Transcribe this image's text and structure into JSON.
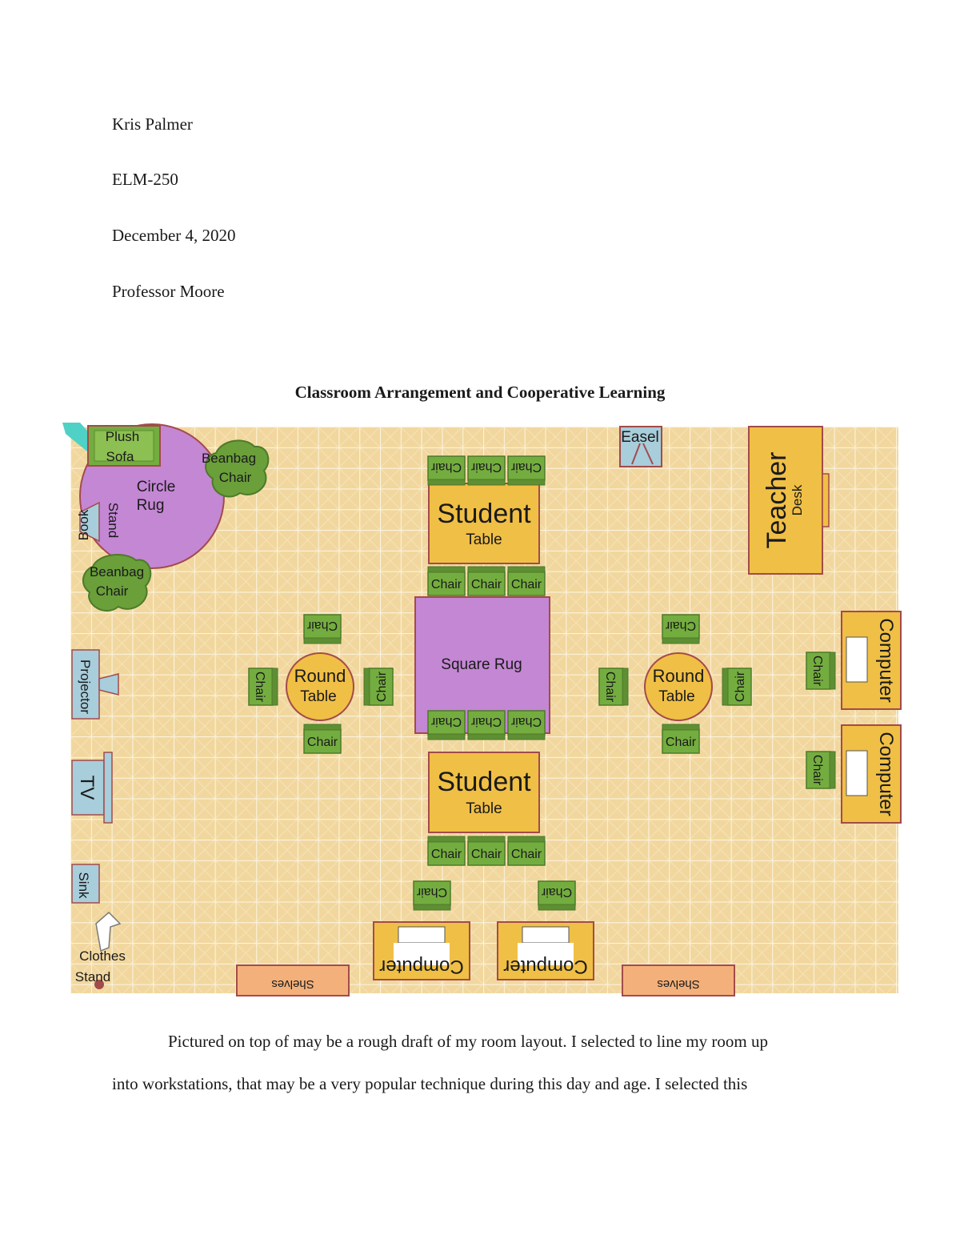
{
  "header": {
    "author": "Kris Palmer",
    "course": "ELM-250",
    "date": "December 4, 2020",
    "professor": "Professor Moore"
  },
  "title": "Classroom Arrangement and Cooperative Learning",
  "floor_plan": {
    "colors": {
      "floor": "#f1d79e",
      "grid": "#fbf3dd",
      "rug": "#c487d4",
      "table": "#f0bf45",
      "chair": "#74ad3f",
      "plant": "#6a9f3a",
      "fixture": "#a8cddb",
      "shelf": "#f4b07a",
      "outline": "#a24b4b",
      "teal_corner": "#4fd1c5"
    },
    "labels": {
      "plush_sofa_1": "Plush",
      "plush_sofa_2": "Sofa",
      "circle_rug_1": "Circle",
      "circle_rug_2": "Rug",
      "beanbag_1": "Beanbag",
      "beanbag_2": "Chair",
      "book_1": "Book",
      "book_2": "Stand",
      "easel": "Easel",
      "teacher": "Teacher",
      "desk": "Desk",
      "student": "Student",
      "table": "Table",
      "chair": "Chair",
      "square_rug": "Square Rug",
      "round": "Round",
      "projector": "Projector",
      "tv": "TV",
      "sink": "Sink",
      "clothes_1": "Clothes",
      "clothes_2": "Stand",
      "computer": "Computer",
      "shelves": "Shelves"
    }
  },
  "paragraph": {
    "line1": "Pictured on top of may be a rough draft of my room layout. I selected to line my room up",
    "line2": "into workstations, that may be a very popular technique during this day and age. I selected this"
  }
}
